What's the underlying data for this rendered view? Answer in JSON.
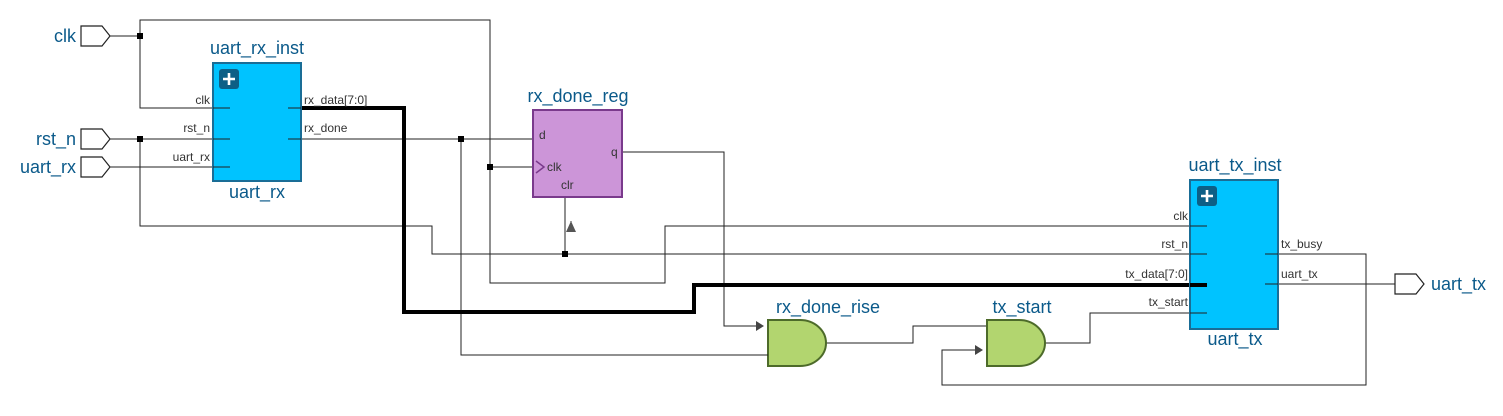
{
  "colors": {
    "module_fill": "#00c3ff",
    "module_stroke": "#1a6d96",
    "reg_fill": "#cc95d8",
    "reg_stroke": "#7a3a8c",
    "gate_fill": "#b2d56f",
    "gate_stroke": "#4d6b2a",
    "label": "#0b5a8a"
  },
  "ports": {
    "clk": "clk",
    "rst_n": "rst_n",
    "uart_rx": "uart_rx",
    "uart_tx": "uart_tx"
  },
  "uart_rx_inst": {
    "instance": "uart_rx_inst",
    "module": "uart_rx",
    "icon": "plus-icon",
    "pins": {
      "clk": "clk",
      "rst_n": "rst_n",
      "uart_rx": "uart_rx",
      "rx_data": "rx_data[7:0]",
      "rx_done": "rx_done"
    }
  },
  "rx_done_reg": {
    "instance": "rx_done_reg",
    "pins": {
      "d": "d",
      "clk": "clk",
      "clr": "clr",
      "q": "q"
    }
  },
  "rx_done_rise": {
    "instance": "rx_done_rise"
  },
  "tx_start": {
    "instance": "tx_start"
  },
  "uart_tx_inst": {
    "instance": "uart_tx_inst",
    "module": "uart_tx",
    "icon": "plus-icon",
    "pins": {
      "clk": "clk",
      "rst_n": "rst_n",
      "tx_data": "tx_data[7:0]",
      "tx_start": "tx_start",
      "tx_busy": "tx_busy",
      "uart_tx": "uart_tx"
    }
  }
}
